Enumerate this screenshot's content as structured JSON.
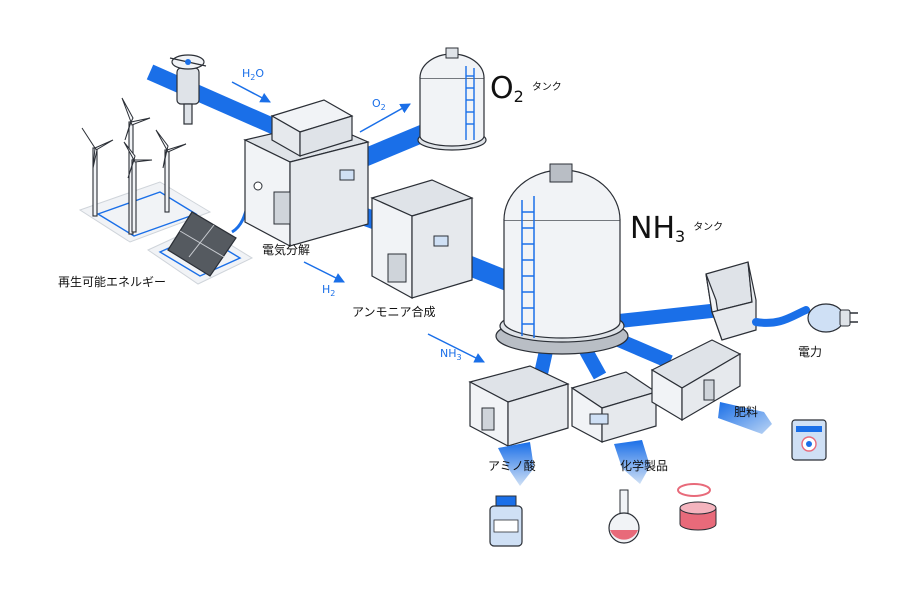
{
  "labels": {
    "renewable": "再生可能エネルギー",
    "electrolysis": "電気分解",
    "ammonia_synthesis": "アンモニア合成",
    "amino_acid": "アミノ酸",
    "chemicals": "化学製品",
    "fertilizer": "肥料",
    "power": "電力"
  },
  "flows": {
    "h2o": {
      "base": "H",
      "sub": "2",
      "tail": "O"
    },
    "o2": {
      "base": "O",
      "sub": "2"
    },
    "h2": {
      "base": "H",
      "sub": "2"
    },
    "nh3": {
      "base": "NH",
      "sub": "3"
    }
  },
  "tanks": {
    "o2": {
      "base": "O",
      "sub": "2",
      "suffix": "タンク"
    },
    "nh3": {
      "base": "NH",
      "sub": "3",
      "suffix": "タンク"
    }
  },
  "colors": {
    "pipe": "#1a6fe8",
    "outline": "#2b2f36",
    "wall": "#f1f3f6",
    "roof": "#dfe3e8",
    "ground": "#e9ecef",
    "panel": "#555a60",
    "accent_pink": "#e86a7a",
    "light_blue": "#cfe0f5"
  }
}
